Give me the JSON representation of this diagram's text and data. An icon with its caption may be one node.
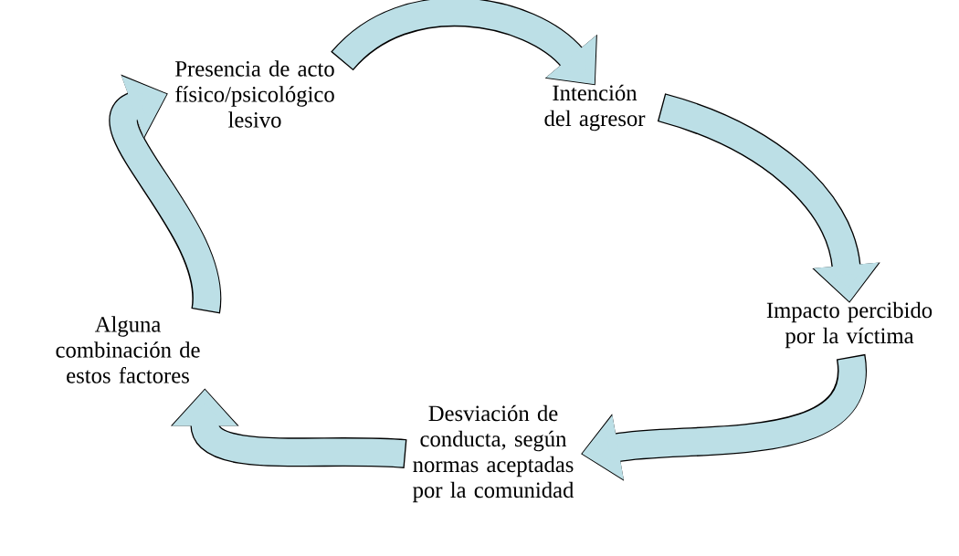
{
  "diagram": {
    "nodes": [
      {
        "text": [
          "Presencia de acto físico/psicológico lesivo"
        ]
      },
      {
        "text": [
          "Intención del agresor"
        ]
      },
      {
        "text": [
          "Impacto percibido por la víctima"
        ]
      },
      {
        "text": [
          "Desviación de conducta, según normas aceptadas por la comunidad"
        ]
      },
      {
        "text": [
          "Alguna combinación de estos factores"
        ]
      }
    ],
    "edges": [
      {
        "from": 0,
        "to": 1,
        "arrow": "to"
      },
      {
        "from": 1,
        "to": 2,
        "arrow": "to"
      },
      {
        "from": 2,
        "to": 3,
        "arrow": "to"
      },
      {
        "from": 3,
        "to": 4,
        "arrow": "to"
      },
      {
        "from": 4,
        "to": 0,
        "arrow": "to"
      }
    ]
  }
}
